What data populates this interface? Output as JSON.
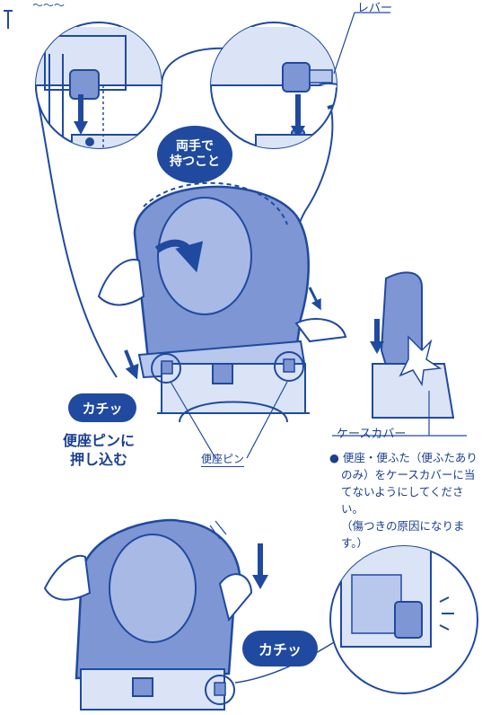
{
  "colors": {
    "outline": "#1f4aa0",
    "body_blue": "#7f96d4",
    "light_blue": "#b8c7ec",
    "pale_blue": "#dbe4f6",
    "badge": "#1f4aa0",
    "white": "#ffffff"
  },
  "labels": {
    "lever": "レバー",
    "hold_with_both_hands": [
      "両手で",
      "持つこと"
    ],
    "click_top": "カチッ",
    "push_into_pin": [
      "便座ピンに",
      "押し込む"
    ],
    "seat_pin": "便座ピン",
    "case_cover": "ケースカバー",
    "click_bottom": "カチッ"
  },
  "caution_note": {
    "bullet": "●",
    "lines": [
      "便座・便ふた（便ふたあり",
      "のみ）をケースカバーに当",
      "てないようにしてください。",
      "（傷つきの原因になります。）"
    ]
  }
}
